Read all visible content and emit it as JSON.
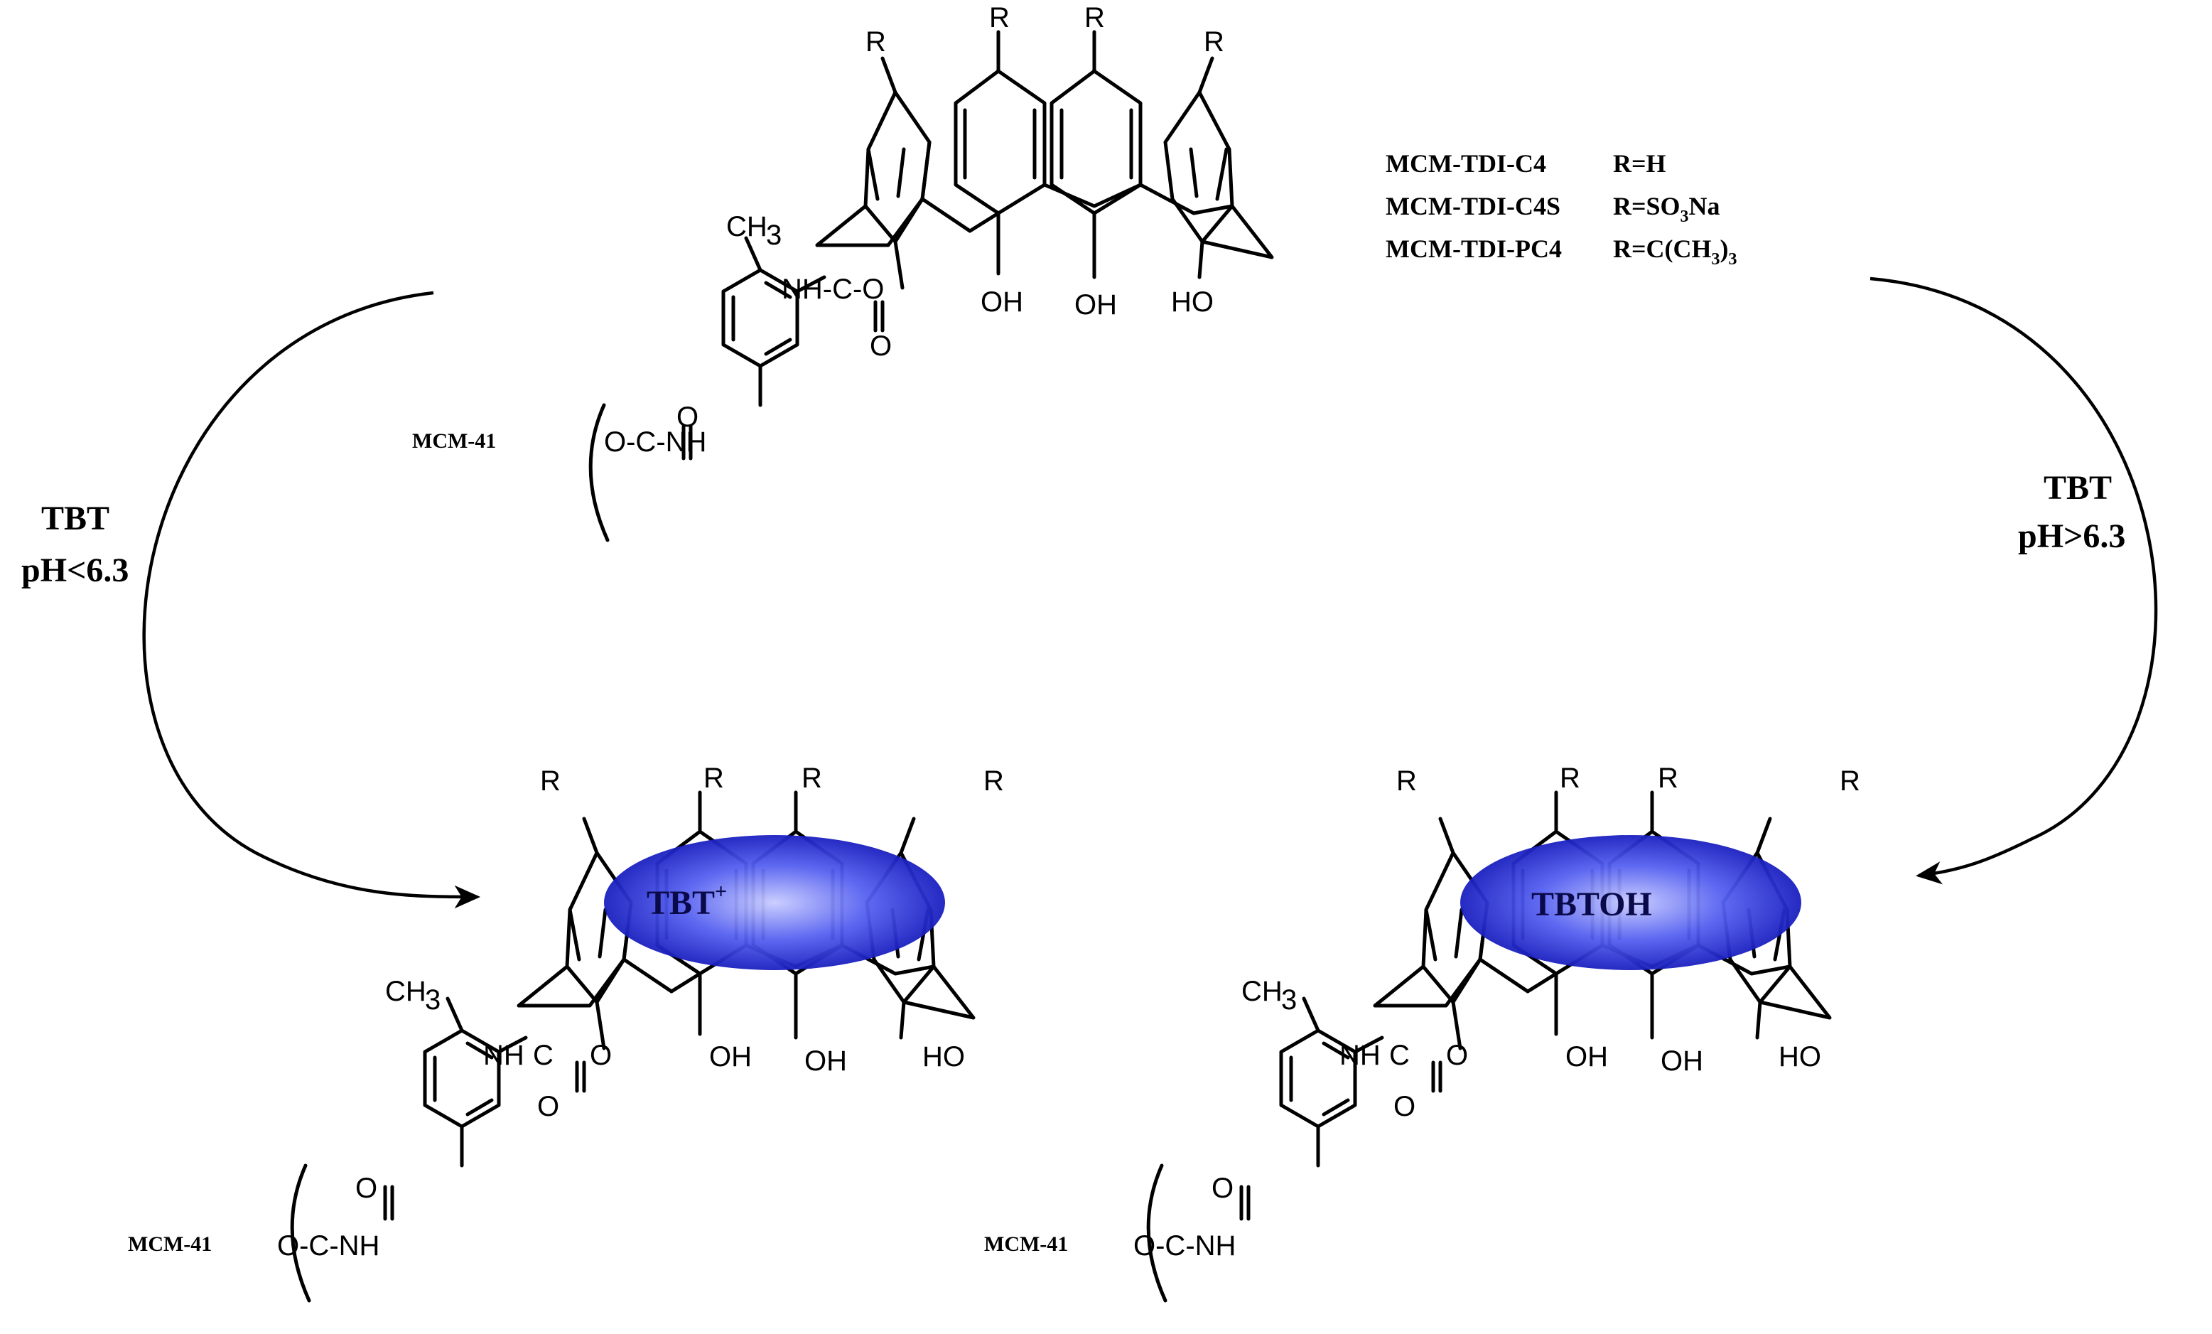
{
  "legend": [
    {
      "name": "MCM-TDI-C4",
      "r": "R=H"
    },
    {
      "name": "MCM-TDI-C4S",
      "r": "R=SO",
      "sub": "3",
      "tail": "Na"
    },
    {
      "name": "MCM-TDI-PC4",
      "r": "R=C(CH",
      "sub": "3",
      "tail": ")",
      "sub2": "3"
    }
  ],
  "labels": {
    "r": "R",
    "ch3": "CH",
    "ch3_sub": "3",
    "nh_c_o": "NH-C-O",
    "nh": "NH",
    "o": "O",
    "c": "C",
    "oh": "OH",
    "ho": "HO",
    "support": "MCM-41",
    "o_c_nh": "O-C-NH"
  },
  "conditions": {
    "left_line1": "TBT",
    "left_line2": "pH<6.3",
    "right_line1": "TBT",
    "right_line2": "pH>6.3"
  },
  "guests": {
    "acidic": "TBT",
    "acidic_charge": "+",
    "basic": "TBTOH"
  },
  "colors": {
    "ellipse_center": "#c8ccff",
    "ellipse_mid": "#4b55ee",
    "ellipse_edge": "#1a1fbf"
  }
}
